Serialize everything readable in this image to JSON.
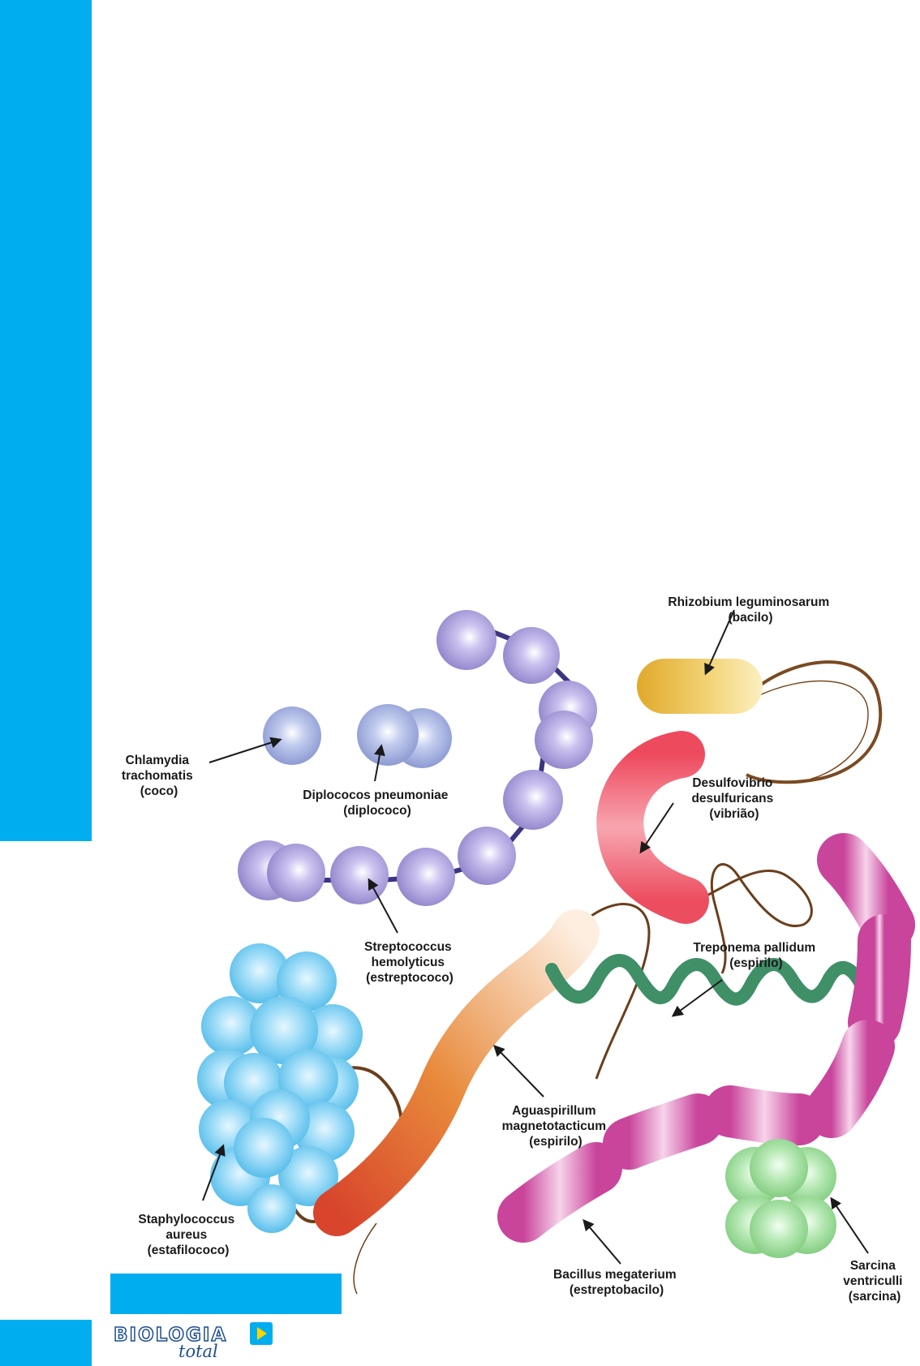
{
  "labels": {
    "chlamydia": [
      "Chlamydia",
      "trachomatis",
      "(coco)"
    ],
    "diplococos": [
      "Diplococos pneumoniae",
      "(diplococo)"
    ],
    "streptococcus": [
      "Streptococcus",
      "hemolyticus",
      "(estreptococo)"
    ],
    "staphylococcus": [
      "Staphylococcus",
      "aureus",
      "(estafilococo)"
    ],
    "rhizobium": [
      "Rhizobium leguminosarum",
      "(bacilo)"
    ],
    "desulfovibrio": [
      "Desulfovibrio",
      "desulfuricans",
      "(vibrião)"
    ],
    "treponema": [
      "Treponema pallidum",
      "(espirilo)"
    ],
    "aguaspirillum": [
      "Aguaspirillum",
      "magnetotacticum",
      "(espirilo)"
    ],
    "bacillus": [
      "Bacillus megaterium",
      "(estreptobacilo)"
    ],
    "sarcina": [
      "Sarcina",
      "ventriculli",
      "(sarcina)"
    ]
  },
  "logo": {
    "brand": "BIOLOGIA",
    "sub": "total"
  },
  "colors": {
    "accent": "#00aeef",
    "coccus_purple": "#a79bd6",
    "staph_blue": "#7fd0f3",
    "sarcina_green": "#a7e0a6",
    "bacillus_magenta": "#d35aa9",
    "vibrio_red": "#ee5b6c",
    "rhizobium_yellow": "#f0c64a",
    "treponema_green": "#3f8f67",
    "flagellum_brown": "#7a4a21"
  }
}
